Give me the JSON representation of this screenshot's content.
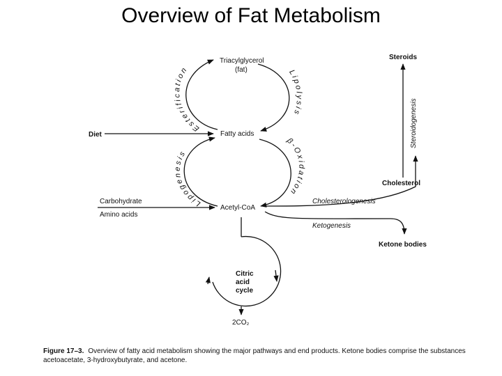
{
  "title": "Overview of Fat Metabolism",
  "nodes": {
    "triacylglycerol": "Triacylglycerol",
    "fat": "(fat)",
    "fatty_acids": "Fatty acids",
    "acetyl_coa": "Acetyl-CoA",
    "citric_acid_1": "Citric",
    "citric_acid_2": "acid",
    "citric_acid_3": "cycle",
    "co2": "2CO₂",
    "diet": "Diet",
    "carbohydrate": "Carbohydrate",
    "amino_acids": "Amino acids",
    "steroids": "Steroids",
    "cholesterol": "Cholesterol",
    "ketone_bodies": "Ketone bodies"
  },
  "processes": {
    "esterification": "Esterification",
    "lipolysis": "Lipolysis",
    "lipogenesis": "Lipogenesis",
    "beta_oxidation": "β-Oxidation",
    "cholesterologenesis": "Cholesterologenesis",
    "ketogenesis": "Ketogenesis",
    "steroidogenesis": "Steroidogenesis"
  },
  "caption": {
    "figure_label": "Figure 17–3.",
    "text": "Overview of fatty acid metabolism showing the major pathways and end products. Ketone bodies comprise the substances acetoacetate, 3-hydroxybutyrate, and acetone."
  }
}
